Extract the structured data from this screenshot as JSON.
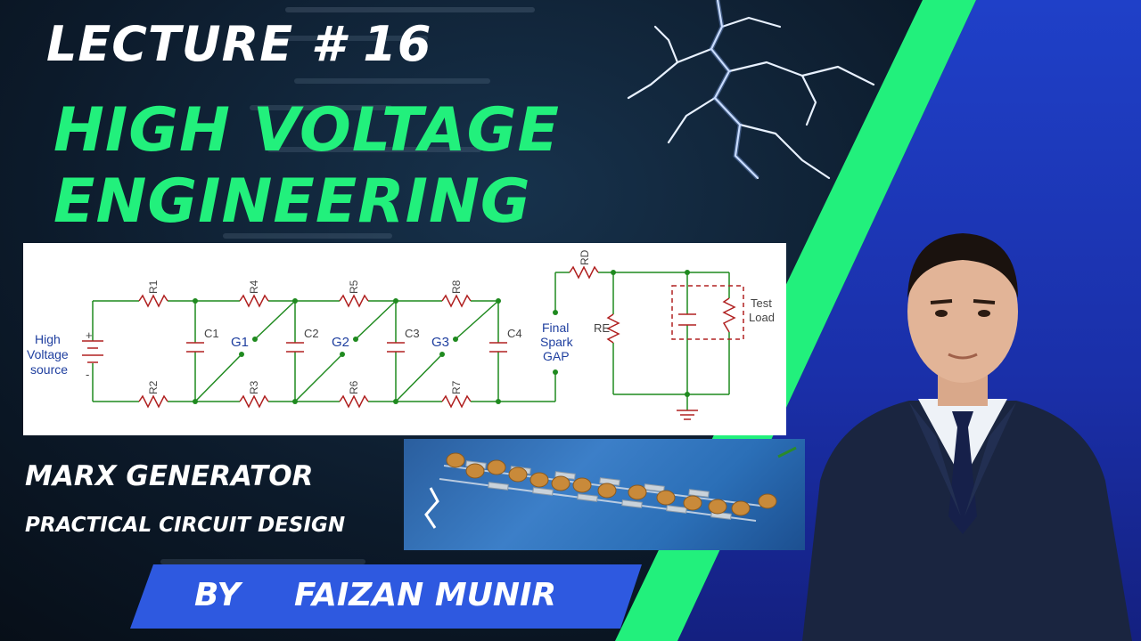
{
  "lecture_label": "LECTURE # 16",
  "title_line1": "HIGH VOLTAGE",
  "title_line2": "ENGINEERING",
  "subtitle_main": "MARX GENERATOR",
  "subtitle_secondary": "PRACTICAL CIRCUIT DESIGN",
  "byline_prefix": "BY",
  "author": "FAIZAN MUNIR",
  "colors": {
    "accent_green": "#22f07c",
    "banner_blue": "#2e59e0",
    "text_white": "#ffffff",
    "circuit_green": "#1f8a1f",
    "circuit_red": "#b02020"
  },
  "diagram": {
    "source_label": [
      "High",
      "Voltage",
      "source"
    ],
    "source_plus": "+",
    "source_minus": "-",
    "resistors_top": [
      "R1",
      "R4",
      "R5",
      "R8"
    ],
    "resistors_bottom": [
      "R2",
      "R3",
      "R6",
      "R7"
    ],
    "capacitors": [
      "C1",
      "C2",
      "C3",
      "C4"
    ],
    "gaps": [
      "G1",
      "G2",
      "G3"
    ],
    "final_gap_label": [
      "Final",
      "Spark",
      "GAP"
    ],
    "rd_label": "RD",
    "re_label": "RE",
    "test_load_label": [
      "Test",
      "Load"
    ]
  },
  "icons": {
    "lightning": "lightning-bolt-icon",
    "ground": "ground-icon"
  }
}
